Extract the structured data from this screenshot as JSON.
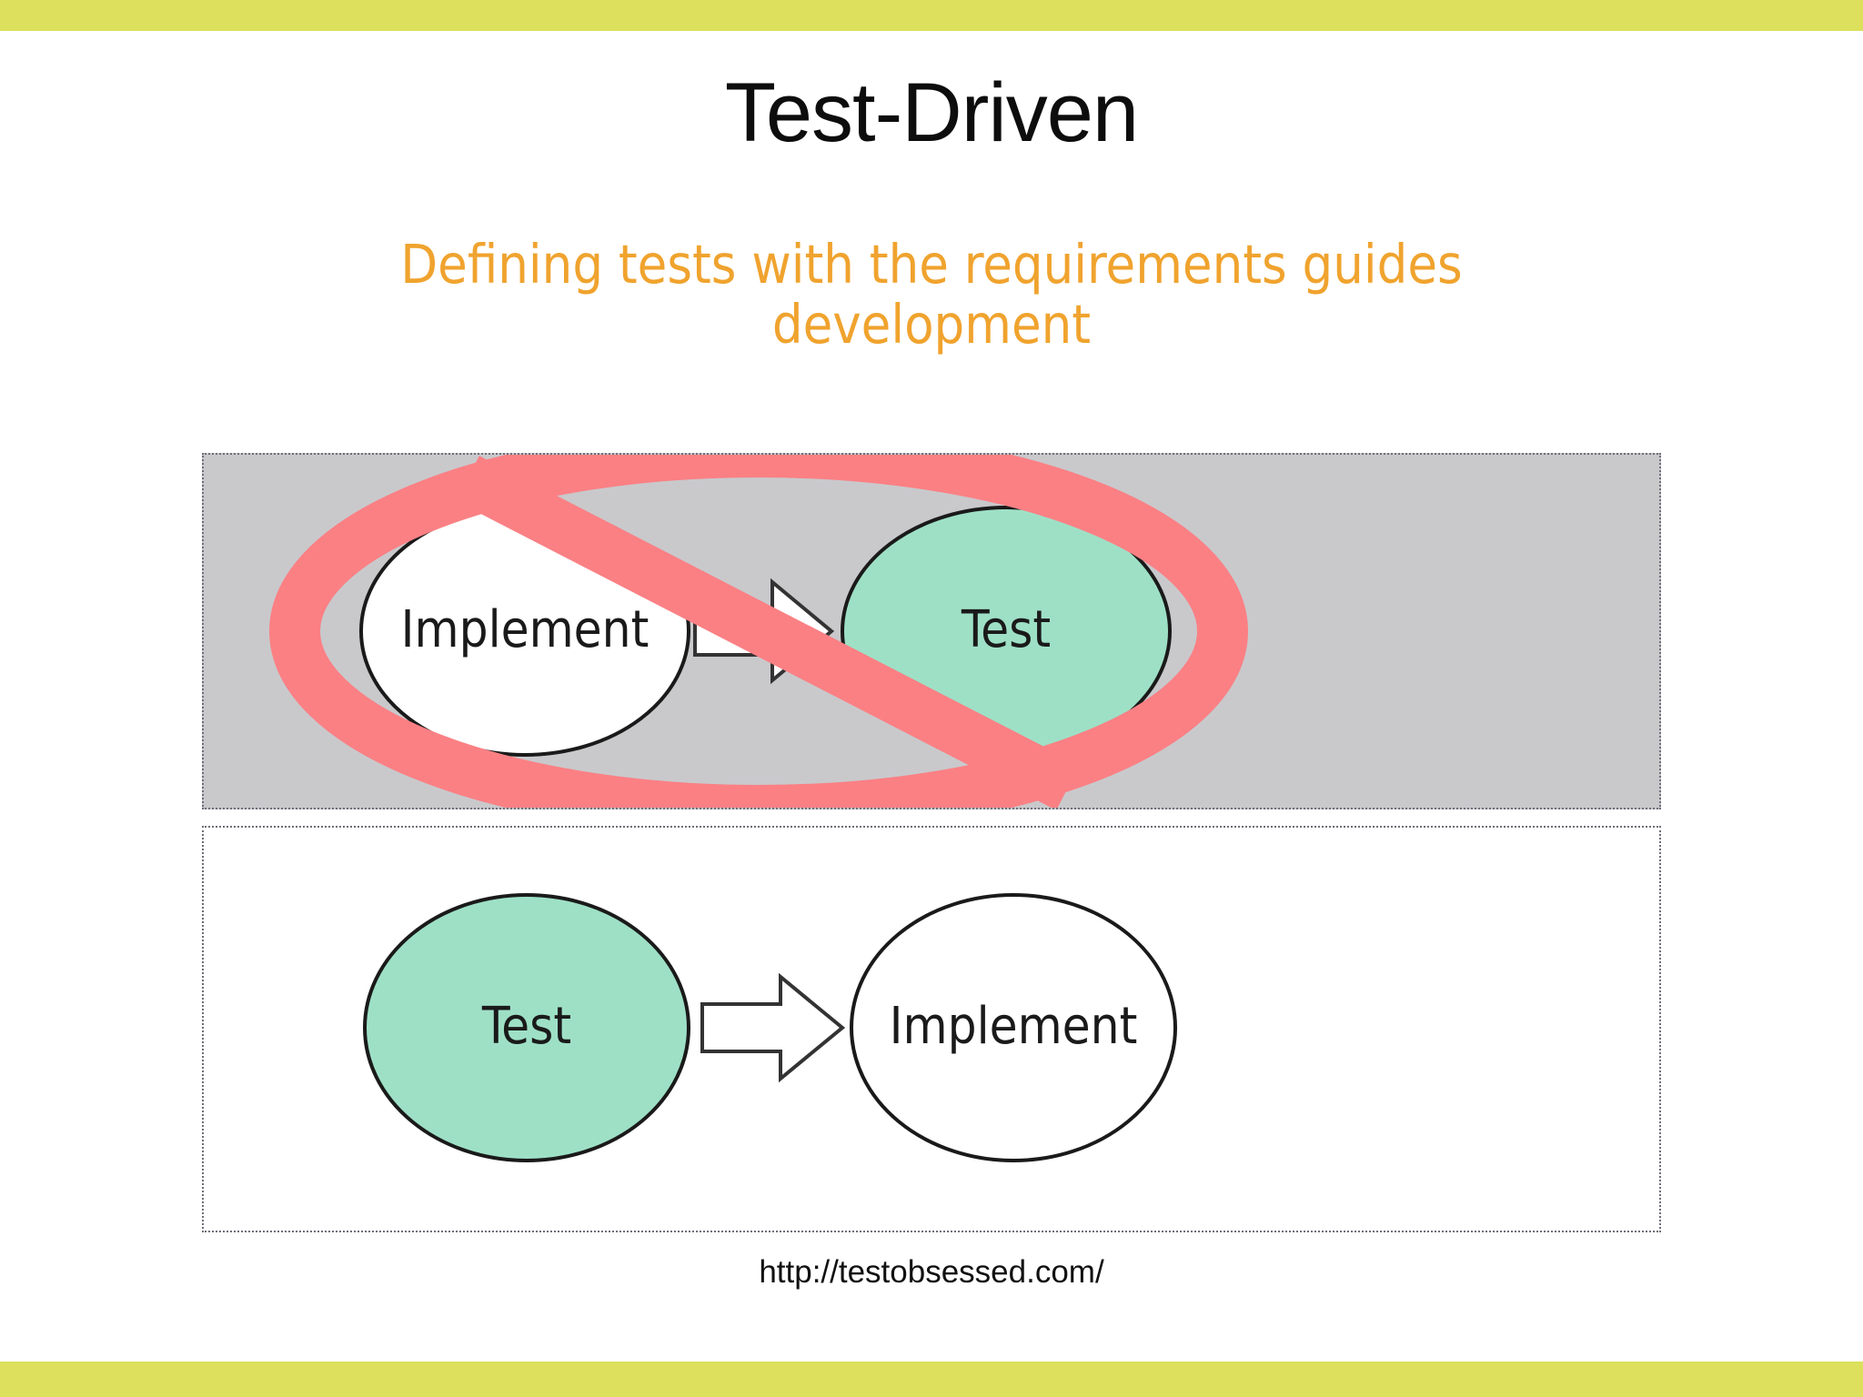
{
  "slide": {
    "title": "Test-Driven",
    "subtitle": "Defining tests with the requirements guides development",
    "caption": "http://testobsessed.com/"
  },
  "decor": {
    "top_bar_color": "#DCE05C",
    "bottom_bar_color": "#DCE05C",
    "subtitle_color": "#F0A32E",
    "title_color": "#0D0D0D"
  },
  "figure": {
    "panels": [
      {
        "id": "anti-pattern-panel",
        "background_color": "#C9C9CC",
        "border_style": "dotted",
        "overlay": {
          "name": "prohibition-mark",
          "color": "#FA8084",
          "description": "red no-sign ellipse with diagonal slash"
        },
        "nodes": [
          {
            "label": "Implement",
            "fill": "#FFFFFF",
            "stroke": "#1A1A1A"
          },
          {
            "label": "Test",
            "fill": "#9EE0C6",
            "stroke": "#1A1A1A"
          }
        ],
        "connector": {
          "name": "block-arrow",
          "direction": "right",
          "fill": "#FFFFFF",
          "stroke": "#333333"
        }
      },
      {
        "id": "recommended-panel",
        "background_color": "#FFFFFF",
        "border_style": "dotted",
        "nodes": [
          {
            "label": "Test",
            "fill": "#9EE0C6",
            "stroke": "#1A1A1A"
          },
          {
            "label": "Implement",
            "fill": "#FFFFFF",
            "stroke": "#1A1A1A"
          }
        ],
        "connector": {
          "name": "block-arrow",
          "direction": "right",
          "fill": "#FFFFFF",
          "stroke": "#333333"
        }
      }
    ]
  }
}
